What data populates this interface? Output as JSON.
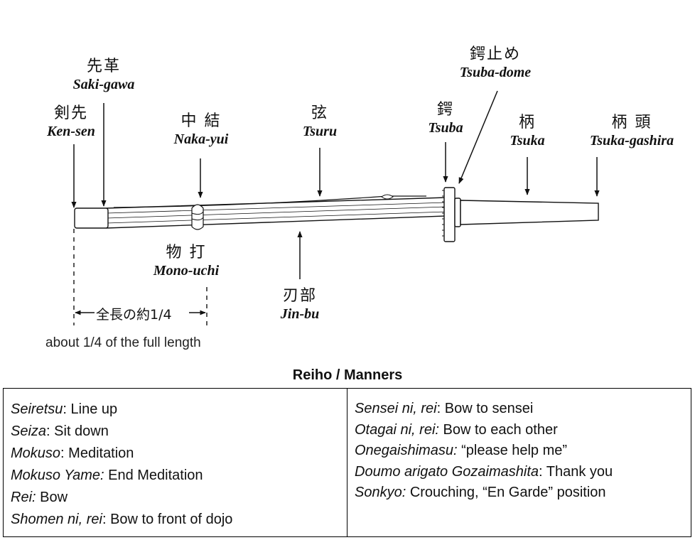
{
  "diagram": {
    "labels": {
      "ken_sen": {
        "jp": "剣先",
        "romaji": "Ken-sen"
      },
      "saki_gawa": {
        "jp": "先革",
        "romaji": "Saki-gawa"
      },
      "naka_yui": {
        "jp": "中 結",
        "romaji": "Naka-yui"
      },
      "tsuru": {
        "jp": "弦",
        "romaji": "Tsuru"
      },
      "tsuba": {
        "jp": "鍔",
        "romaji": "Tsuba"
      },
      "tsuba_dome": {
        "jp": "鍔止め",
        "romaji": "Tsuba-dome"
      },
      "tsuka": {
        "jp": "柄",
        "romaji": "Tsuka"
      },
      "tsuka_gashira": {
        "jp": "柄 頭",
        "romaji": "Tsuka-gashira"
      },
      "mono_uchi": {
        "jp": "物 打",
        "romaji": "Mono-uchi"
      },
      "jin_bu": {
        "jp": "刃部",
        "romaji": "Jin-bu"
      }
    },
    "quarter_label": "全長の約1/4",
    "quarter_note": "about 1/4 of the full length"
  },
  "manners": {
    "title": "Reiho / Manners",
    "left": [
      {
        "term": "Seiretsu",
        "sep": ": ",
        "meaning": "Line up"
      },
      {
        "term": "Seiza",
        "sep": ": ",
        "meaning": "Sit down"
      },
      {
        "term": "Mokuso",
        "sep": ": ",
        "meaning": "Meditation"
      },
      {
        "term": "Mokuso Yame:",
        "sep": " ",
        "meaning": "End Meditation"
      },
      {
        "term": "Rei:",
        "sep": " ",
        "meaning": "Bow"
      },
      {
        "term": "Shomen ni, rei",
        "sep": ": ",
        "meaning": "Bow to front of dojo"
      }
    ],
    "right": [
      {
        "term": "Sensei ni, rei",
        "sep": ": ",
        "meaning": "Bow to sensei"
      },
      {
        "term": "Otagai ni, rei:",
        "sep": " ",
        "meaning": "Bow to each other"
      },
      {
        "term": "Onegaishimasu:",
        "sep": " ",
        "meaning": "“please help me”"
      },
      {
        "term": "Doumo arigato Gozaimashita",
        "sep": ": ",
        "meaning": "Thank you"
      },
      {
        "term": "Sonkyo:",
        "sep": " ",
        "meaning": "Crouching, “En Garde” position"
      }
    ]
  }
}
